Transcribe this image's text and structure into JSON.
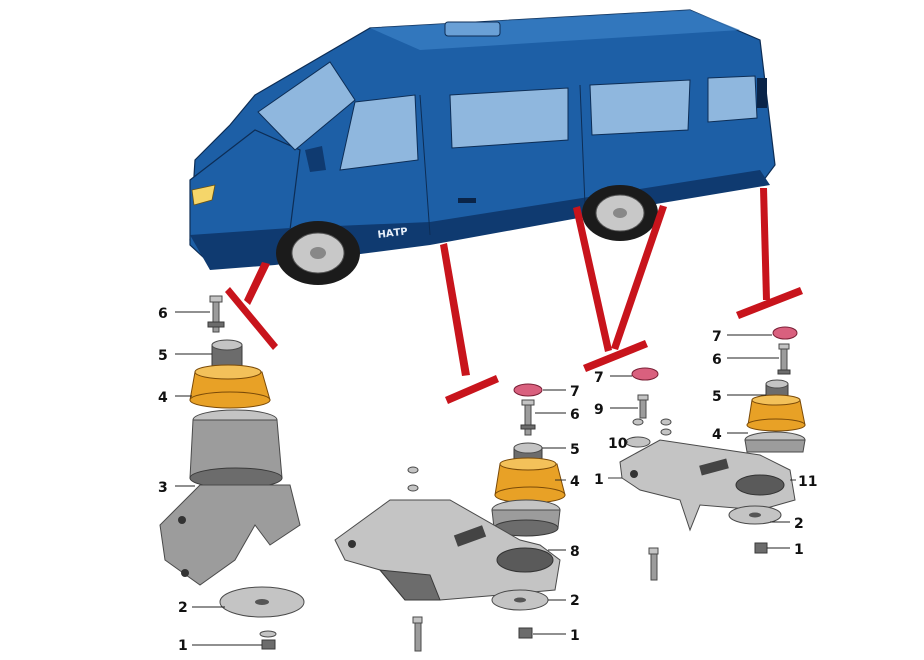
{
  "van": {
    "badge_text": "ΗΑΤΡ"
  },
  "colors": {
    "van_body": "#1d5fa6",
    "rubber_cushion": "#e8a126",
    "pointer": "#c8141c",
    "washer": "#d9607e",
    "metal": "#9c9c9c"
  },
  "callouts": {
    "a1": "1",
    "a2": "2",
    "a3": "3",
    "a4": "4",
    "a5": "5",
    "a6": "6",
    "b1": "1",
    "b2": "2",
    "b4": "4",
    "b5": "5",
    "b6": "6",
    "b7": "7",
    "b8": "8",
    "c1": "1",
    "c2": "2",
    "c4": "4",
    "c5": "5",
    "c6": "6",
    "c7a": "7",
    "c7b": "7",
    "c9": "9",
    "c10": "10",
    "c11": "11"
  }
}
